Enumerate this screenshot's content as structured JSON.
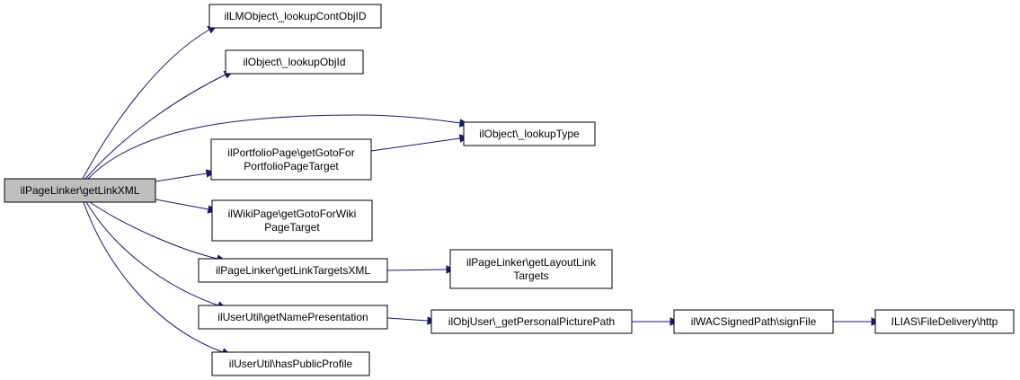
{
  "graph": {
    "edge_color": "#191970",
    "root_fill": "#bfbfbf",
    "nodes": [
      {
        "id": "root",
        "lines": [
          "ilPageLinker\\getLinkXML"
        ]
      },
      {
        "id": "lookupContObjID",
        "lines": [
          "ilLMObject\\_lookupContObjID"
        ]
      },
      {
        "id": "lookupObjId",
        "lines": [
          "ilObject\\_lookupObjId"
        ]
      },
      {
        "id": "lookupType",
        "lines": [
          "ilObject\\_lookupType"
        ]
      },
      {
        "id": "portfolioGoto",
        "lines": [
          "ilPortfolioPage\\getGotoFor",
          "PortfolioPageTarget"
        ]
      },
      {
        "id": "wikiGoto",
        "lines": [
          "ilWikiPage\\getGotoForWiki",
          "PageTarget"
        ]
      },
      {
        "id": "getLinkTargetsXML",
        "lines": [
          "ilPageLinker\\getLinkTargetsXML"
        ]
      },
      {
        "id": "getLayoutLinkTargets",
        "lines": [
          "ilPageLinker\\getLayoutLink",
          "Targets"
        ]
      },
      {
        "id": "getNamePresentation",
        "lines": [
          "ilUserUtil\\getNamePresentation"
        ]
      },
      {
        "id": "getPersonalPicturePath",
        "lines": [
          "ilObjUser\\_getPersonalPicturePath"
        ]
      },
      {
        "id": "signFile",
        "lines": [
          "ilWACSignedPath\\signFile"
        ]
      },
      {
        "id": "http",
        "lines": [
          "ILIAS\\FileDelivery\\http"
        ]
      },
      {
        "id": "hasPublicProfile",
        "lines": [
          "ilUserUtil\\hasPublicProfile"
        ]
      }
    ],
    "edges": [
      {
        "from": "root",
        "to": "lookupContObjID"
      },
      {
        "from": "root",
        "to": "lookupObjId"
      },
      {
        "from": "root",
        "to": "lookupType"
      },
      {
        "from": "root",
        "to": "portfolioGoto"
      },
      {
        "from": "portfolioGoto",
        "to": "lookupType"
      },
      {
        "from": "root",
        "to": "wikiGoto"
      },
      {
        "from": "root",
        "to": "getLinkTargetsXML"
      },
      {
        "from": "getLinkTargetsXML",
        "to": "getLayoutLinkTargets"
      },
      {
        "from": "root",
        "to": "getNamePresentation"
      },
      {
        "from": "getNamePresentation",
        "to": "getPersonalPicturePath"
      },
      {
        "from": "getPersonalPicturePath",
        "to": "signFile"
      },
      {
        "from": "signFile",
        "to": "http"
      },
      {
        "from": "root",
        "to": "hasPublicProfile"
      }
    ]
  }
}
